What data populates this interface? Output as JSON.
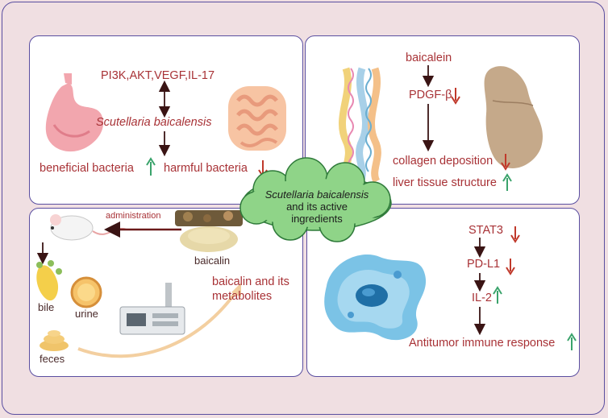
{
  "center": {
    "line1": "Scutellaria baicalensis",
    "line2": "and its active",
    "line3": "ingredients"
  },
  "top_left": {
    "pathways": "PI3K,AKT,VEGF,IL-17",
    "herb": "Scutellaria baicalensis",
    "beneficial": "beneficial bacteria",
    "harmful": "harmful bacteria"
  },
  "top_right": {
    "baicalein": "baicalein",
    "pdgf": "PDGF-β",
    "collagen": "collagen deposition",
    "liver": "liver tissue structure"
  },
  "bottom_left": {
    "administration": "administration",
    "baicalin": "baicalin",
    "metabolites_1": "baicalin and its",
    "metabolites_2": "metabolites",
    "bile": "bile",
    "urine": "urine",
    "feces": "feces"
  },
  "bottom_right": {
    "stat3": "STAT3",
    "pdl1": "PD-L1",
    "il2": "IL-2",
    "antitumor": "Antitumor immune response"
  },
  "colors": {
    "text_red": "#a83236",
    "up_arrow": "#3aa36b",
    "down_arrow": "#c0392b",
    "flow_arrow": "#3a1414",
    "panel_border": "#5a4ea0",
    "cloud": "#8fd488"
  }
}
